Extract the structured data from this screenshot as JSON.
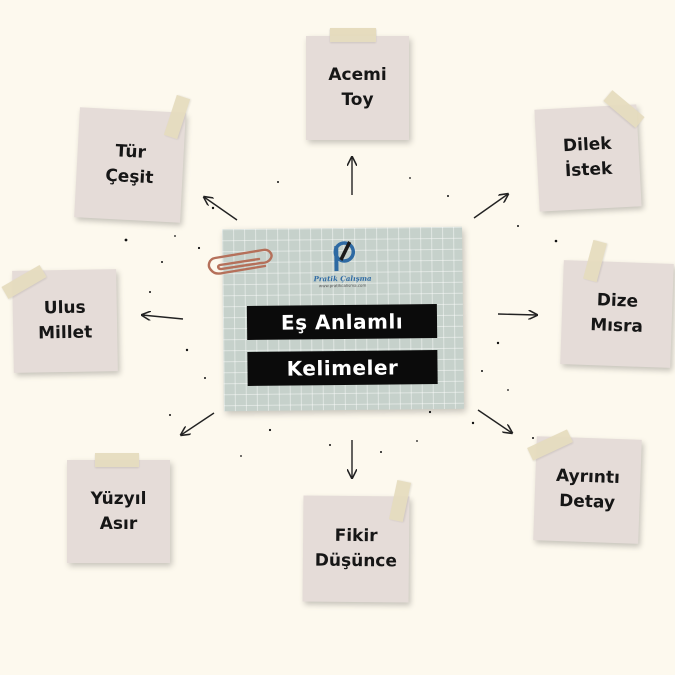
{
  "center": {
    "title_line1": "Eş Anlamlı",
    "title_line2": "Kelimeler",
    "logo_name": "Pratik Çalışma",
    "logo_site": "www.pratikcalisma.com"
  },
  "notes": {
    "top": {
      "word": "Acemi",
      "synonym": "Toy"
    },
    "top_right": {
      "word": "Dilek",
      "synonym": "İstek"
    },
    "right": {
      "word": "Dize",
      "synonym": "Mısra"
    },
    "bottom_right": {
      "word": "Ayrıntı",
      "synonym": "Detay"
    },
    "bottom": {
      "word": "Fikir",
      "synonym": "Düşünce"
    },
    "bottom_left": {
      "word": "Yüzyıl",
      "synonym": "Asır"
    },
    "left": {
      "word": "Ulus",
      "synonym": "Millet"
    },
    "top_left": {
      "word": "Tür",
      "synonym": "Çeşit"
    }
  },
  "colors": {
    "background": "#fdf9ee",
    "note": "#e5dcd8",
    "tape": "#e6dcbe",
    "center_card": "#c6d1cb",
    "title_bar": "#0b0b0b",
    "logo_blue": "#2e6aa3"
  }
}
